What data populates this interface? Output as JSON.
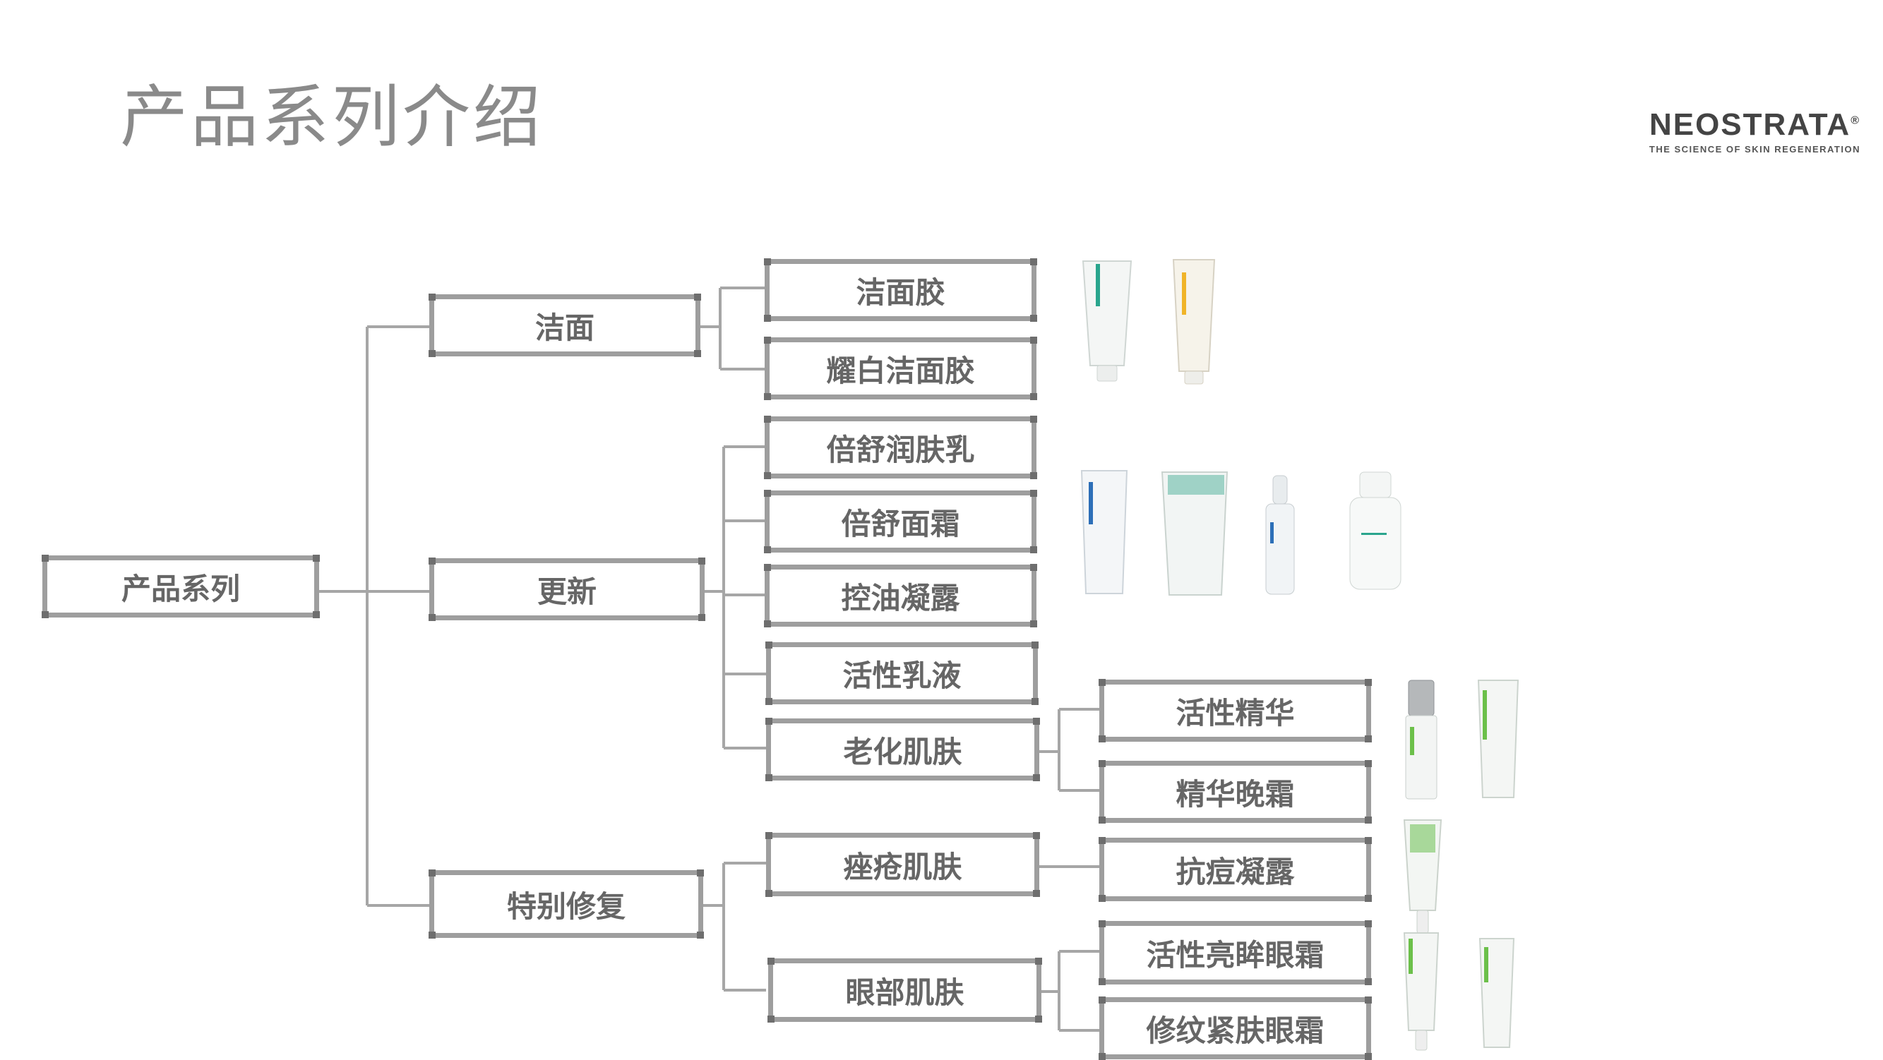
{
  "page_title": "产品系列介绍",
  "logo": {
    "brand": "NEOSTRATA",
    "tagline": "THE SCIENCE OF SKIN REGENERATION"
  },
  "tree": {
    "root": "产品系列",
    "level1": {
      "cleanse": "洁面",
      "renew": "更新",
      "repair": "特别修复"
    },
    "level2": {
      "gel_cleanser": "洁面胶",
      "bright_cleanser": "耀白洁面胶",
      "lotion": "倍舒润肤乳",
      "cream": "倍舒面霜",
      "oil_gel": "控油凝露",
      "active_lotion": "活性乳液",
      "aging_skin": "老化肌肤",
      "acne_skin": "痤疮肌肤",
      "eye_skin": "眼部肌肤"
    },
    "level3": {
      "serum": "活性精华",
      "night_cream": "精华晚霜",
      "acne_gel": "抗痘凝露",
      "eye_bright": "活性亮眸眼霜",
      "eye_firm": "修纹紧肤眼霜"
    }
  },
  "colors": {
    "line": "#a6a6a6",
    "box_border": "#9e9e9e",
    "text": "#666666",
    "title": "#8a8a8a",
    "accent_teal": "#2aa58d",
    "accent_yellow": "#f0b429",
    "accent_blue": "#2d6fb8",
    "accent_green": "#6cc04a"
  }
}
